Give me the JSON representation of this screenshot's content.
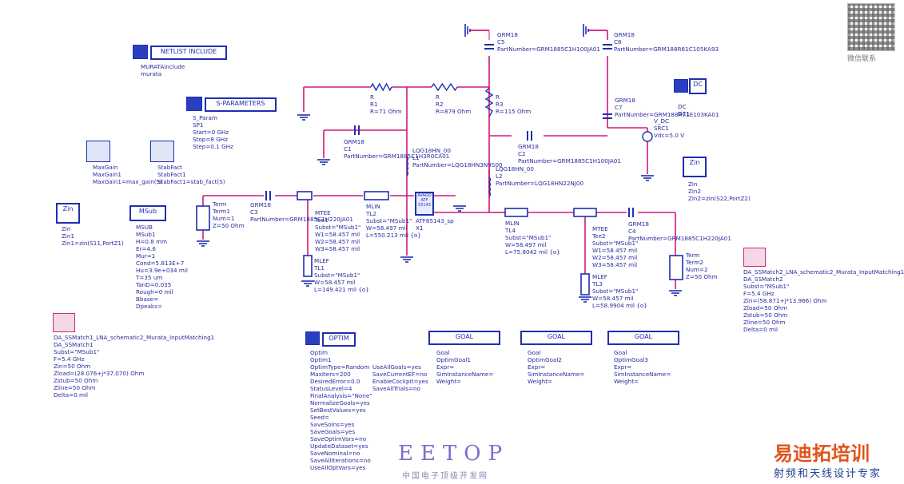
{
  "wires": {
    "color": "#d0187a",
    "ground_color": "#1f2fb0"
  },
  "blocks": {
    "netlist": "NETLIST INCLUDE",
    "sparam": "S-PARAMETERS",
    "optim": "OPTIM",
    "goal1": "GOAL",
    "goal2": "GOAL",
    "goal3": "GOAL",
    "dc": "DC",
    "zin1": "Zin",
    "zin2": "Zin",
    "msub": "MSub"
  },
  "labels": {
    "netlist": "MURATAinclude\nmurata",
    "sparam": "S_Param\nSP1\nStart=0 GHz\nStop=8 GHz\nStep=0.1 GHz",
    "maxgain": "MaxGain\nMaxGain1\nMaxGain1=max_gain(S)",
    "stabfact": "StabFact\nStabFact1\nStabFact1=stab_fact(S)",
    "zin1": "Zin\nZin1\nZin1=zin(S11,PortZ1)",
    "zin2": "Zin\nZin2\nZin2=zin(S22,PortZ2)",
    "msub": "MSUB\nMSub1\nH=0.8 mm\nEr=4.6\nMur=1\nCond=5.813E+7\nHu=3.9e+034 mil\nT=35 um\nTanD=0.035\nRough=0 mil\nBbase=\nDpeaks=",
    "term1": "Term\nTerm1\nNum=1\nZ=50 Ohm",
    "term2": "Term\nTerm2\nNum=2\nZ=50 Ohm",
    "c3": "GRM18\nC3\nPartNumber=GRM1885C1H220JA01",
    "c4": "GRM18\nC4\nPartNumber=GRM1885C1H220JA01",
    "c5": "GRM18\nC5\nPartNumber=GRM1885C1H100JA01",
    "c6": "GRM18\nC6\nPartNumber=GRM188R61C105KA93",
    "c7": "GRM18\nC7\nPartNumber=GRM188R71E103KA01",
    "c1": "GRM18\nC1\nPartNumber=GRM1885C1H3R0CA01",
    "c2": "GRM18\nC2\nPartNumber=GRM1885C1H100JA01",
    "r1": "R\nR1\nR=71 Ohm",
    "r2": "R\nR2\nR=879 Ohm",
    "r3": "R\nR3\nR=115 Ohm",
    "l1": "LQG18HN_00\nL1\nPartNumber=LQG18HN3N9S00",
    "l2": "LQG18HN_00\nL2\nPartNumber=LQG18HN22NJ00",
    "dc": "DC\nDC1",
    "vdc": "V_DC\nSRC1\nVdc=5.0 V",
    "tee1": "MTEE\nTee1\nSubst=\"MSub1\"\nW1=58.457 mil\nW2=58.457 mil\nW3=58.457 mil",
    "tee2": "MTEE\nTee2\nSubst=\"MSub1\"\nW1=58.457 mil\nW2=58.457 mil\nW3=58.457 mil",
    "tl2": "MLIN\nTL2\nSubst=\"MSub1\"\nW=58.497 mil\nL=550.213 mil {o}",
    "tl4": "MLIN\nTL4\nSubst=\"MSub1\"\nW=58.497 mil\nL=75.8042 mil {o}",
    "tl1": "MLEF\nTL1\nSubst=\"MSub1\"\nW=58.457 mil\nL=149.421 mil {o}",
    "tl3": "MLEF\nTL3\nSubst=\"MSub1\"\nW=58.457 mil\nL=58.9904 mil {o}",
    "x1": "ATF85143_sp\nX1",
    "bjt": "AVAGO\nATF\n55143",
    "optim": "Optim\nOptim1\nOptimType=Random\nMaxIters=200\nDesiredError=0.0\nStatusLevel=4\nFinalAnalysis=\"None\"\nNormalizeGoals=yes\nSetBestValues=yes\nSeed=\nSaveSolns=yes\nSaveGoals=yes\nSaveOptimVars=no\nUpdateDataset=yes\nSaveNominal=no\nSaveAllIterations=no\nUseAllOptVars=yes",
    "optim2": "UseAllGoals=yes\nSaveCurrentEF=no\nEnableCockpit=yes\nSaveAllTrials=no",
    "goal1": "Goal\nOptimGoal1\nExpr=\nSimInstanceName=\nWeight=",
    "goal2": "Goal\nOptimGoal2\nExpr=\nSimInstanceName=\nWeight=",
    "goal3": "Goal\nOptimGoal3\nExpr=\nSimInstanceName=\nWeight=",
    "sbm1": "DA_SSMatch1_LNA_schematic2_Murata_InputMatching1\nDA_SSMatch1\nSubst=\"MSub1\"\nF=5.4 GHz\nZin=50 Ohm\nZload=(28.076+j*37.070) Ohm\nZstub=50 Ohm\nZline=50 Ohm\nDelta=0 mil",
    "sbm2": "DA_SSMatch2_LNA_schematic2_Murata_InputMatching1\nDA_SSMatch2\nSubst=\"MSub1\"\nF=5.4 GHz\nZin=(58.871+j*13.966) Ohm\nZload=50 Ohm\nZstub=50 Ohm\nZline=50 Ohm\nDelta=0 mil"
  },
  "watermark": {
    "eetop": "EETOP",
    "eetop_sub": "中国电子顶级开发网",
    "brand": "易迪拓培训",
    "brand_sub": "射频和天线设计专家",
    "wechat": "微信联系"
  }
}
